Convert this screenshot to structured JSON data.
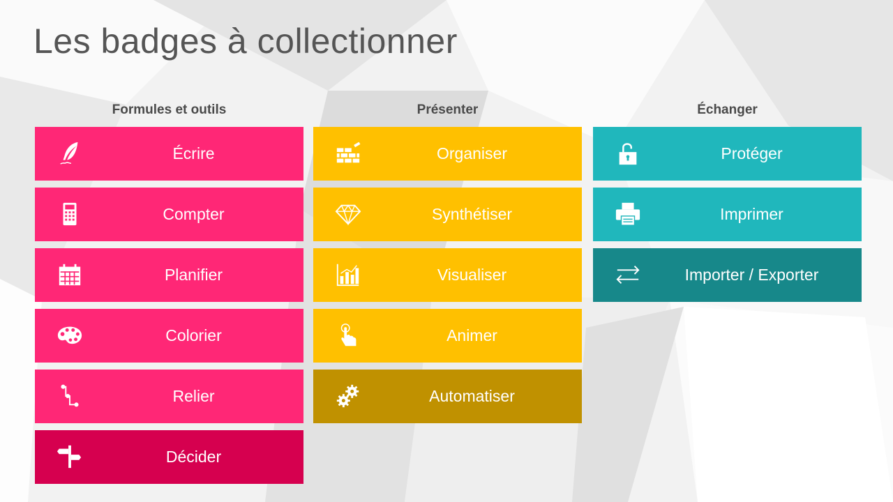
{
  "title": "Les badges à collectionner",
  "colors": {
    "pink": "#ff2776",
    "pink_dark": "#d6004f",
    "yellow": "#ffc000",
    "yellow_dark": "#c09100",
    "teal": "#20b7bc",
    "teal_dark": "#17888a"
  },
  "columns": [
    {
      "header": "Formules et outils",
      "badges": [
        {
          "label": "Écrire",
          "icon": "quill-icon"
        },
        {
          "label": "Compter",
          "icon": "calculator-icon"
        },
        {
          "label": "Planifier",
          "icon": "calendar-icon"
        },
        {
          "label": "Colorier",
          "icon": "palette-icon"
        },
        {
          "label": "Relier",
          "icon": "connector-icon"
        },
        {
          "label": "Décider",
          "icon": "signpost-icon"
        }
      ]
    },
    {
      "header": "Présenter",
      "badges": [
        {
          "label": "Organiser",
          "icon": "brick-wall-icon"
        },
        {
          "label": "Synthétiser",
          "icon": "diamond-icon"
        },
        {
          "label": "Visualiser",
          "icon": "bar-chart-icon"
        },
        {
          "label": "Animer",
          "icon": "touch-hand-icon"
        },
        {
          "label": "Automatiser",
          "icon": "gears-icon"
        }
      ]
    },
    {
      "header": "Échanger",
      "badges": [
        {
          "label": "Protéger",
          "icon": "unlock-icon"
        },
        {
          "label": "Imprimer",
          "icon": "printer-icon"
        },
        {
          "label": "Importer / Exporter",
          "icon": "arrows-exchange-icon"
        }
      ]
    }
  ]
}
